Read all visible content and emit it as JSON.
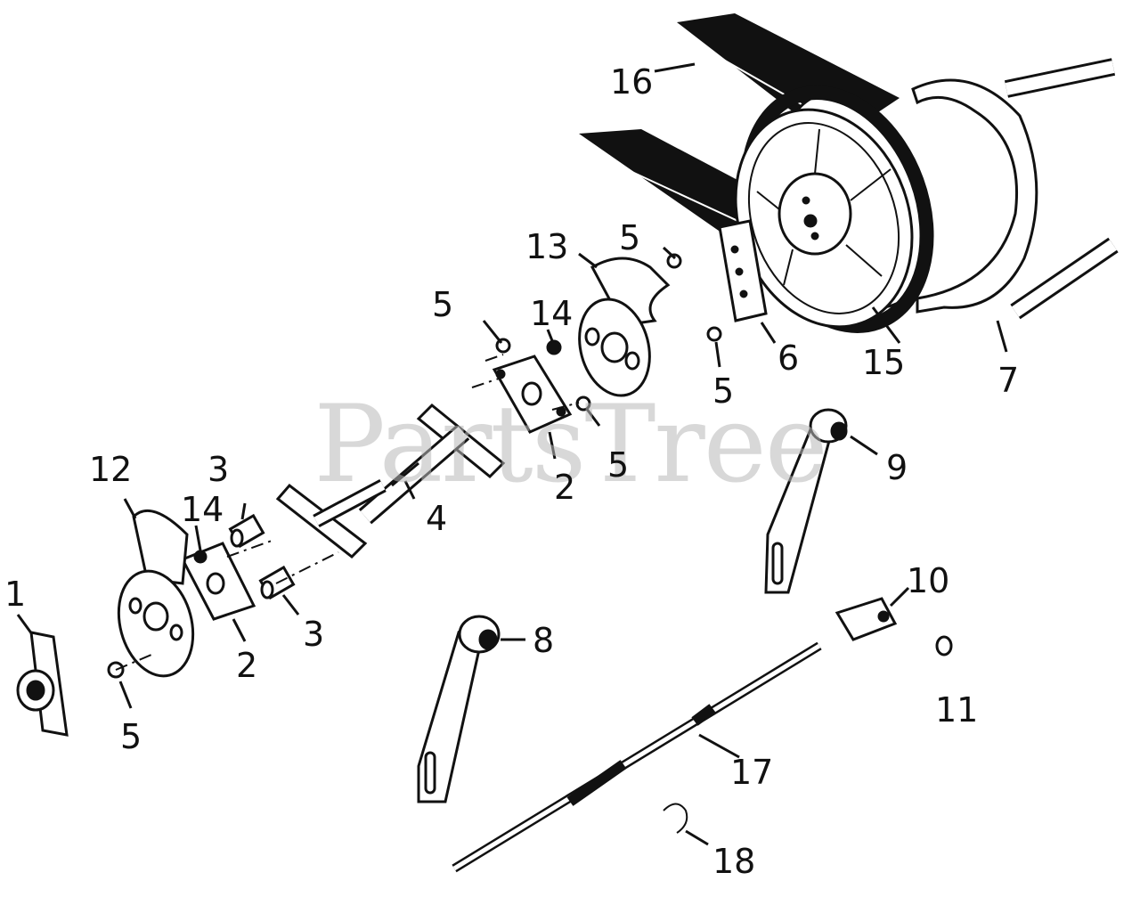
{
  "watermark": "PartsTree",
  "callouts": {
    "c1": "1",
    "c2a": "2",
    "c2b": "2",
    "c3a": "3",
    "c3b": "3",
    "c4": "4",
    "c5a": "5",
    "c5b": "5",
    "c5c": "5",
    "c5d": "5",
    "c5e": "5",
    "c6": "6",
    "c7": "7",
    "c8": "8",
    "c9": "9",
    "c10": "10",
    "c11": "11",
    "c12": "12",
    "c13": "13",
    "c14a": "14",
    "c14b": "14",
    "c15": "15",
    "c16": "16",
    "c17": "17",
    "c18": "18"
  }
}
